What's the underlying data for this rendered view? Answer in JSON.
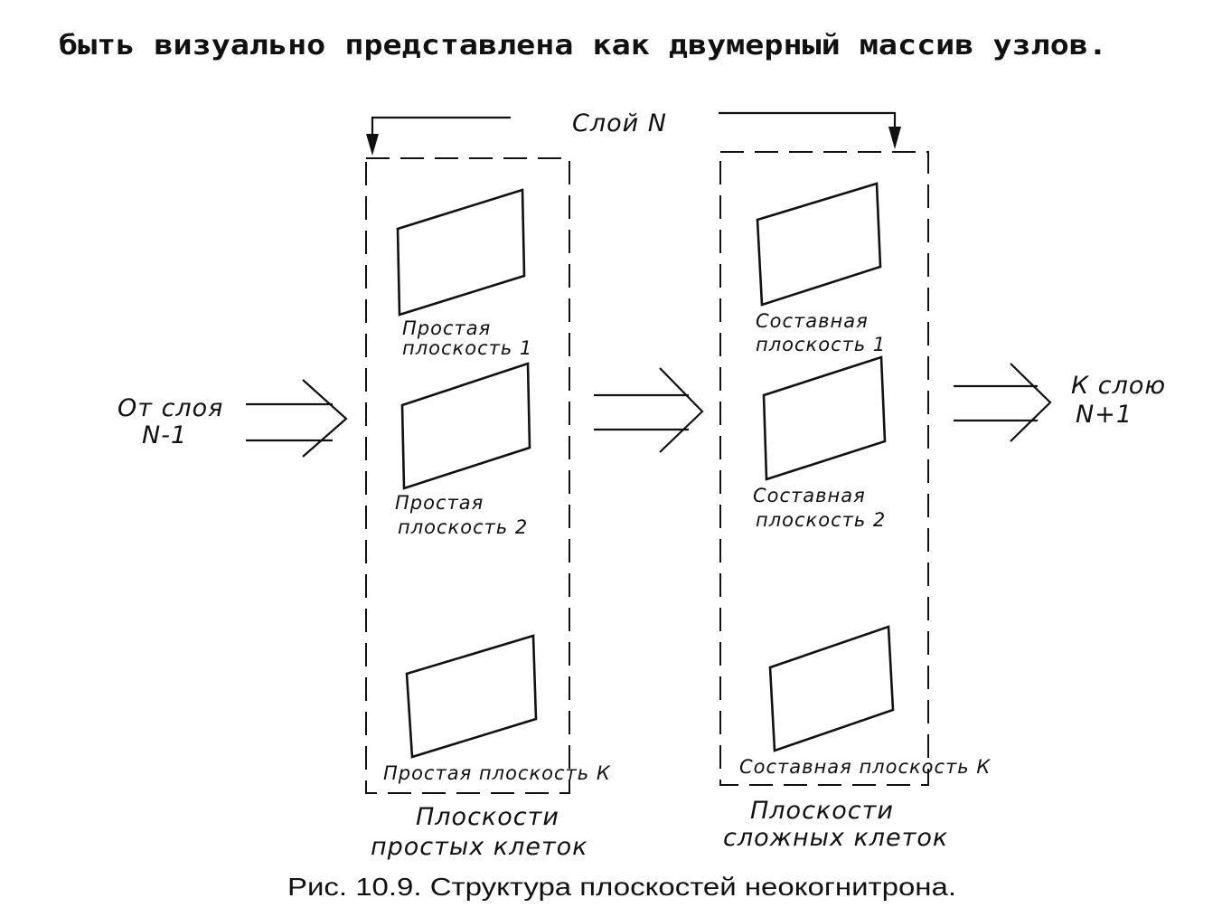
{
  "body_text": "быть визуально представлена как двумерный массив узлов.",
  "diagram": {
    "layer_label": "Слой N",
    "input_label": [
      "От слоя",
      "N-1"
    ],
    "output_label": [
      "К слою",
      "N+1"
    ],
    "simple_planes": [
      [
        "Простая",
        "плоскость 1"
      ],
      [
        "Простая",
        "плоскость 2"
      ],
      [
        "Простая плоскость К"
      ]
    ],
    "complex_planes": [
      [
        "Составная",
        "плоскость 1"
      ],
      [
        "Составная",
        "плоскость 2"
      ],
      [
        "Составная плоскость К"
      ]
    ],
    "simple_group_label": [
      "Плоскости",
      "простых клеток"
    ],
    "complex_group_label": [
      "Плоскости",
      "сложных клеток"
    ]
  },
  "caption": "Рис. 10.9. Структура плоскостей неокогнитрона."
}
